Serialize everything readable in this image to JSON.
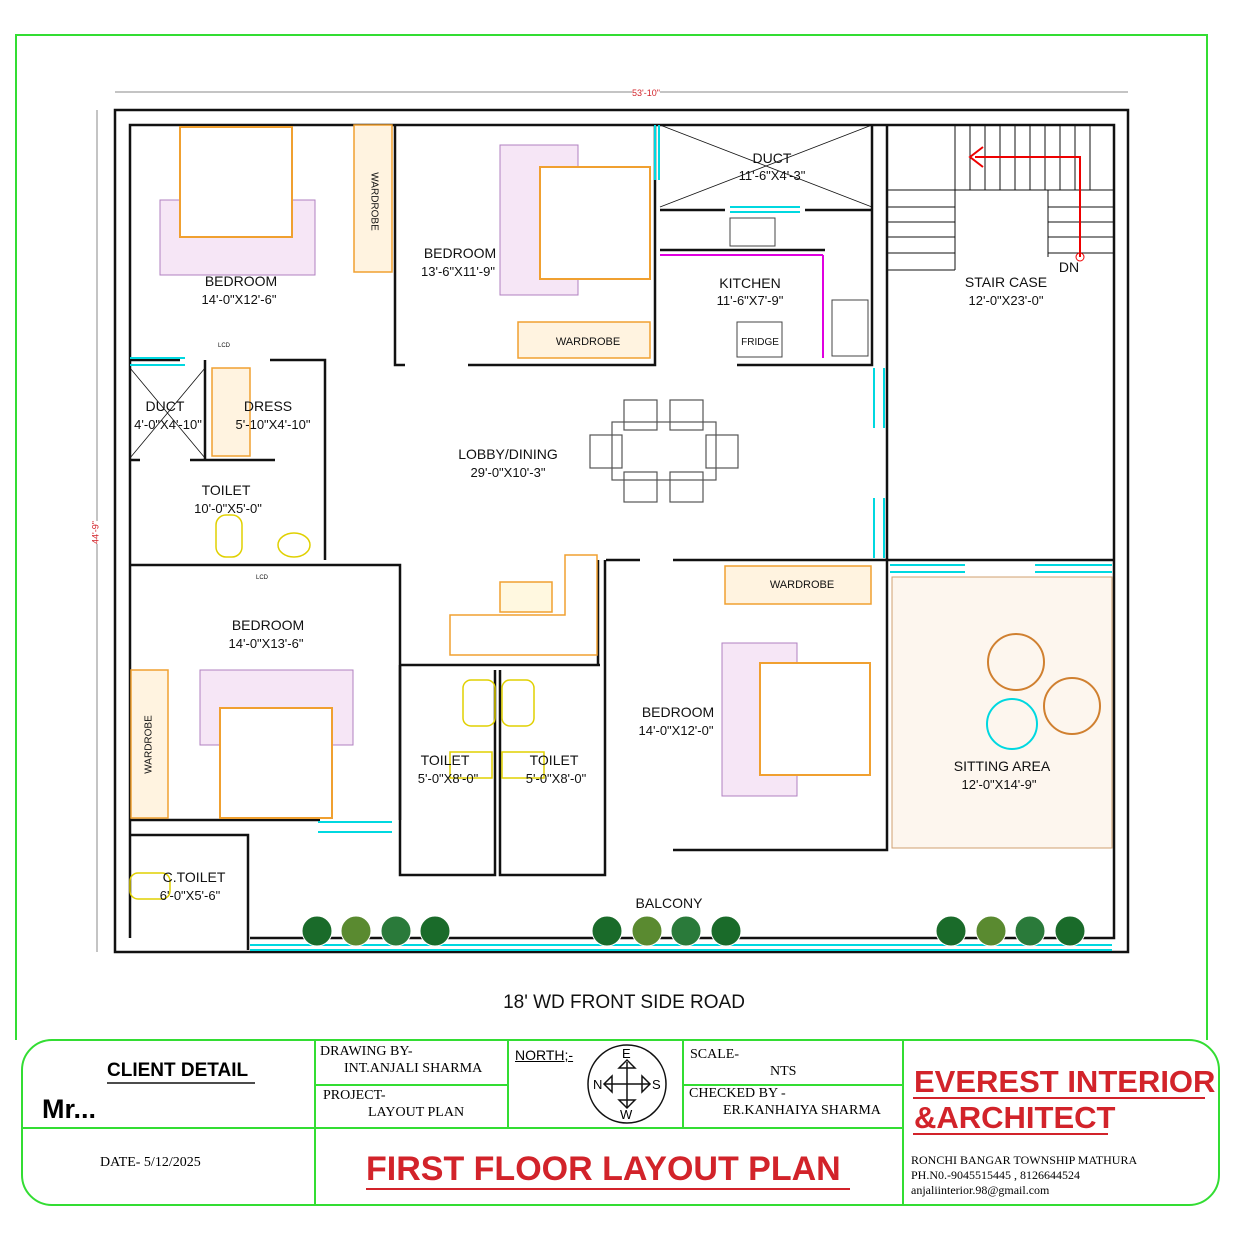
{
  "plan": {
    "dimension_width": "53'-10\"",
    "dimension_height": "44'-9\"",
    "rooms": [
      {
        "name": "BEDROOM",
        "size": "14'-0\"X12'-6\""
      },
      {
        "name": "BEDROOM",
        "size": "13'-6\"X11'-9\""
      },
      {
        "name": "DUCT",
        "size": "11'-6\"X4'-3\""
      },
      {
        "name": "KITCHEN",
        "size": "11'-6\"X7'-9\""
      },
      {
        "name": "STAIR CASE",
        "size": "12'-0\"X23'-0\""
      },
      {
        "name": "DUCT",
        "size": "4'-0\"X4'-10\""
      },
      {
        "name": "DRESS",
        "size": "5'-10\"X4'-10\""
      },
      {
        "name": "TOILET",
        "size": "10'-0\"X5'-0\""
      },
      {
        "name": "LOBBY/DINING",
        "size": "29'-0\"X10'-3\""
      },
      {
        "name": "BEDROOM",
        "size": "14'-0\"X13'-6\""
      },
      {
        "name": "TOILET",
        "size": "5'-0\"X8'-0\""
      },
      {
        "name": "TOILET",
        "size": "5'-0\"X8'-0\""
      },
      {
        "name": "BEDROOM",
        "size": "14'-0\"X12'-0\""
      },
      {
        "name": "SITTING AREA",
        "size": "12'-0\"X14'-9\""
      },
      {
        "name": "C.TOILET",
        "size": "6'-0\"X5'-6\""
      }
    ],
    "balcony": "BALCONY",
    "stair_dn": "DN",
    "fridge": "FRIDGE",
    "wardrobe": "WARDROBE",
    "lcd": "LCD",
    "road": "18' WD FRONT SIDE ROAD"
  },
  "title_block": {
    "client_heading": "CLIENT DETAIL",
    "client_name": "Mr...",
    "date": "DATE- 5/12/2025",
    "drawing_by_label": "DRAWING BY-",
    "drawing_by": "INT.ANJALI SHARMA",
    "project_label": "PROJECT-",
    "project": "LAYOUT PLAN",
    "north_label": "NORTH;-",
    "compass": {
      "top": "E",
      "left": "N",
      "right": "S",
      "bottom": "W"
    },
    "scale_label": "SCALE-",
    "scale": "NTS",
    "checked_by_label": "CHECKED BY -",
    "checked_by": "ER.KANHAIYA SHARMA",
    "drawing_title": "FIRST FLOOR LAYOUT PLAN",
    "firm_line1": "EVEREST INTERIOR",
    "firm_line2": "&ARCHITECT",
    "address": "RONCHI BANGAR TOWNSHIP MATHURA",
    "phone": "PH.N0.-9045515445 , 8126644524",
    "email": "anjaliinterior.98@gmail.com"
  },
  "colors": {
    "frame": "#33dd33",
    "accent": "#d2232a",
    "window": "#00d8e0",
    "furniture": "#f0a030"
  }
}
